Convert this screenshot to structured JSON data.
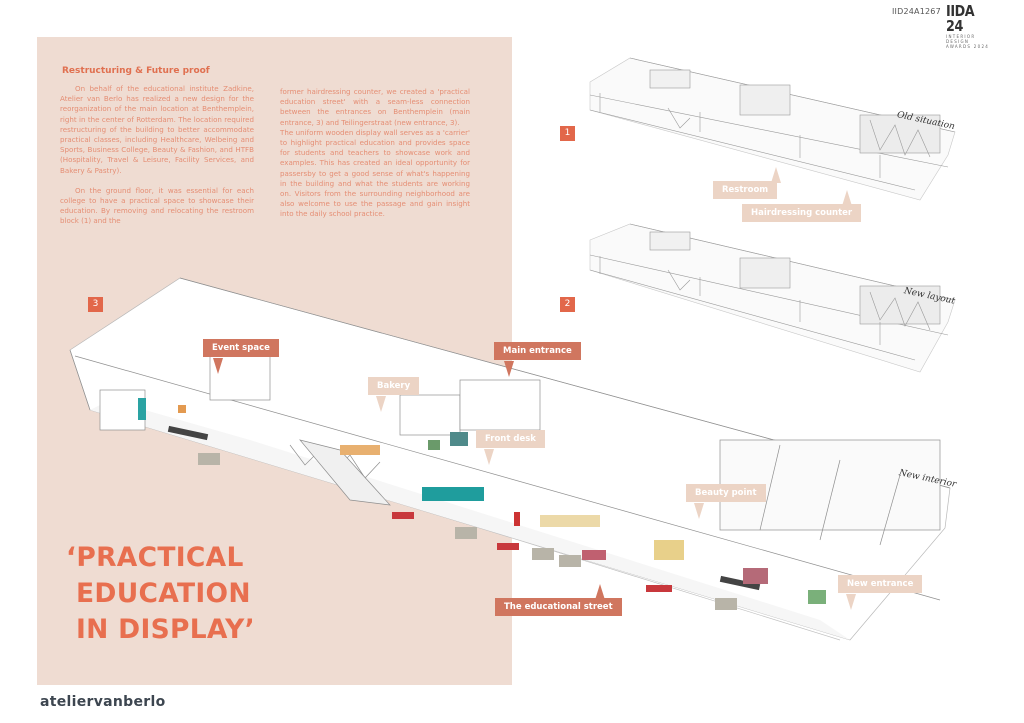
{
  "header": {
    "project_id": "IID24A1267",
    "award_logo_main": "IIDA 24",
    "award_logo_sub_1": "INTERIOR DESIGN",
    "award_logo_sub_2": "AWARDS 2024"
  },
  "article": {
    "section_title": "Restructuring & Future proof",
    "column_1": {
      "paragraph_1": "On behalf of the educational institute Zadkine, Atelier van Berlo has realized a new design for the reorganization of the main location at Benthemplein, right in the center of Rotterdam. The location required restructuring of the building to better accommodate practical classes, including Healthcare, Welbeing and Sports, Business College, Beauty & Fashion, and HTFB (Hospitality, Travel & Leisure, Facility Services, and Bakery & Pastry).",
      "paragraph_2": "On the ground floor, it was essential for each college to have a practical space to showcase their education. By removing and relocating the restroom block (1) and the"
    },
    "column_2": {
      "paragraph_1": "former hairdressing counter, we created a 'practical education street' with a seam-less connection between the entrances on Benthemplein (main entrance, 3) and Teilingerstraat (new entrance, 3).",
      "paragraph_2": "The uniform wooden display wall serves as a 'carrier' to highlight practical education and provides space for students and teachers to showcase work and examples. This has created an ideal opportunity for passersby to get a good sense of what's happening in the building and what the students are working on. Visitors from the surrounding neighborhood are also welcome to use the passage and gain insight into the daily school practice."
    }
  },
  "headline": {
    "line_1": "‘PRACTICAL",
    "line_2": "EDUCATION",
    "line_3": "IN DISPLAY’"
  },
  "brand": {
    "name": "ateliervanberlo"
  },
  "drawings": [
    {
      "number": "1",
      "caption": "Old situation",
      "callouts": [
        "Restroom",
        "Hairdressing counter"
      ]
    },
    {
      "number": "2",
      "caption": "New layout",
      "callouts": []
    },
    {
      "number": "3",
      "caption": "New interior",
      "callouts": [
        "Event space",
        "Main entrance",
        "Bakery",
        "Front desk",
        "Beauty point",
        "New entrance",
        "The educational street"
      ]
    }
  ],
  "colors": {
    "accent": "#e2674a",
    "panel_background": "#efdcd2",
    "callout_dark": "#d0765f",
    "callout_light": "#ecd4c5",
    "body_text": "#e58e74",
    "brand_text": "#3d4650"
  }
}
